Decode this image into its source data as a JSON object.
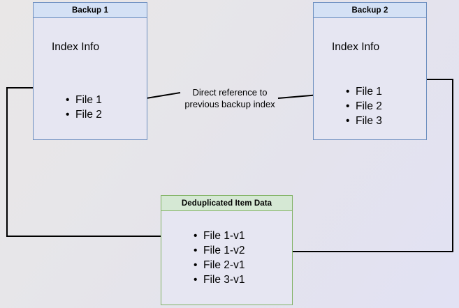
{
  "diagram": {
    "title_hidden": "Backup deduplication index reference diagram",
    "background": {
      "gradient_from": "#e9e7e7",
      "gradient_to": "#e2e2f4"
    },
    "colors": {
      "blue_border": "#6c8ebf",
      "blue_header_fill": "#d4e1f5",
      "green_border": "#82b366",
      "green_header_fill": "#d5e8d4",
      "node_body_fill": "#e6e6f2",
      "connector": "#000000"
    },
    "nodes": {
      "backup1": {
        "header": "Backup 1",
        "section_label": "Index Info",
        "files": [
          "File 1",
          "File 2"
        ]
      },
      "backup2": {
        "header": "Backup 2",
        "section_label": "Index Info",
        "files": [
          "File 1",
          "File 2",
          "File 3"
        ]
      },
      "dedup": {
        "header": "Deduplicated Item Data",
        "files": [
          "File 1-v1",
          "File 1-v2",
          "File 2-v1",
          "File 3-v1"
        ]
      }
    },
    "labels": {
      "direct_reference_line1": "Direct reference to",
      "direct_reference_line2": "previous backup index"
    }
  }
}
